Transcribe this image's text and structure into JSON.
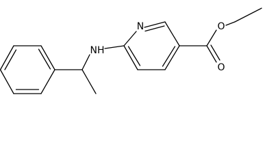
{
  "molecule": {
    "atoms": {
      "ring_n": "N",
      "ester_o_single": "O",
      "ester_o_carbonyl": "O",
      "amine_nh": "NH"
    }
  },
  "colors": {
    "bond": "#000000",
    "label": "#000000",
    "background": "#ffffff"
  }
}
